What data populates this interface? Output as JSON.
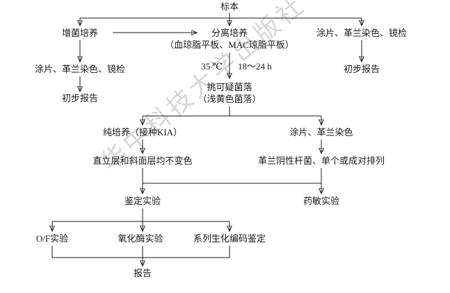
{
  "watermark": "华中科技大学出版社",
  "nodes": {
    "specimen": "标本",
    "enrichment": "增菌培养",
    "isolation": "分离培养",
    "isolation_plates": "（血琼脂平板、MAC琼脂平板）",
    "right_smear": "涂片、革兰染色、镜检",
    "temp": "35 ℃",
    "duration": "18～24 h",
    "left_smear": "涂片、革兰染色、镜检",
    "right_report": "初步报告",
    "left_report": "初步报告",
    "pick_colony": "挑可疑菌落",
    "colony_color": "（浅黄色菌落）",
    "pure_culture": "纯培养（接种KIA）",
    "smear_gram": "涂片、革兰染色",
    "kia_result": "直立层和斜面层均不变色",
    "gram_result": "革兰阴性杆菌、单个或成对排列",
    "identification_test": "鉴定实验",
    "susceptibility_test": "药敏实验",
    "of_test": "O/F实验",
    "oxidase_test": "氧化酶实验",
    "biochemical_coding": "系列生化编码鉴定",
    "report": "报告"
  }
}
